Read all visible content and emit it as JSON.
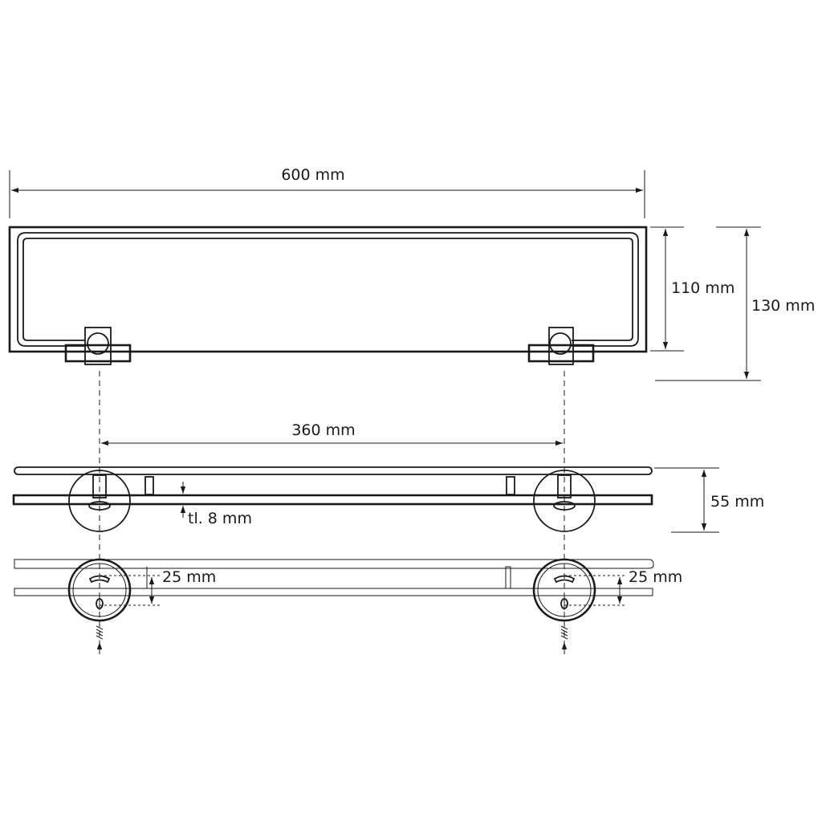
{
  "dimensions": {
    "overall_width": "600 mm",
    "glass_depth": "110 mm",
    "total_depth": "130 mm",
    "bracket_spacing": "360 mm",
    "glass_thickness": "tl. 8 mm",
    "height": "55 mm",
    "mount_offset_left": "25 mm",
    "mount_offset_right": "25 mm"
  },
  "colors": {
    "line": "#1a1a1a",
    "background": "#ffffff"
  }
}
